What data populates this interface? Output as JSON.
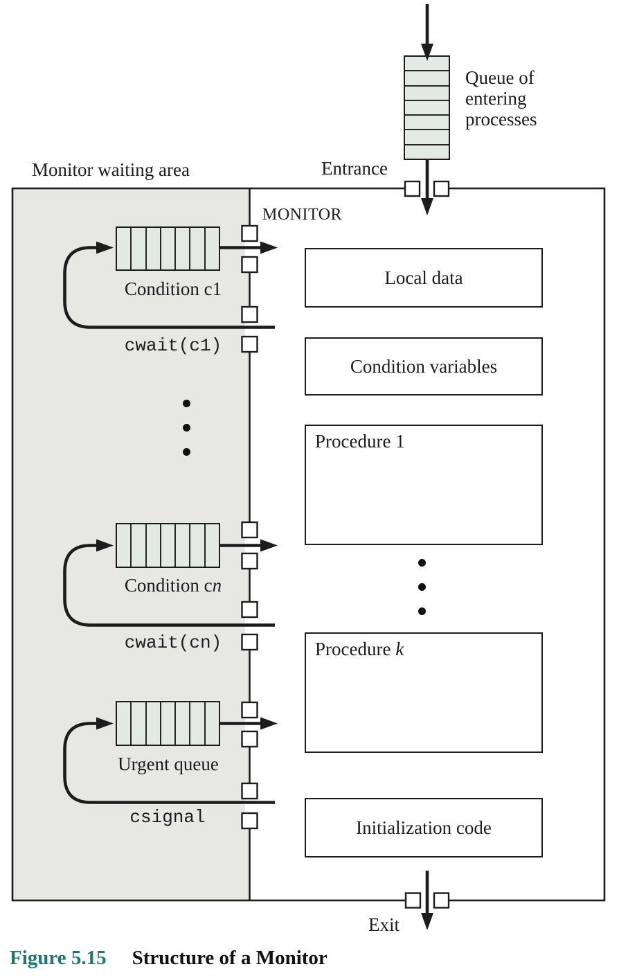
{
  "colors": {
    "line": "#1c1c1c",
    "queue_fill": "#e3eae5",
    "waiting_area_fill": "#e7e7e4",
    "figure_number_color": "#1a7a6e"
  },
  "top": {
    "entering_queue_label": "Queue of\nentering\nprocesses",
    "entrance_label": "Entrance"
  },
  "waiting_area": {
    "title": "Monitor waiting area",
    "condition_c1": {
      "label": "Condition c1",
      "call_label": "cwait(c1)"
    },
    "condition_cn": {
      "label_prefix": "Condition c",
      "label_var": "n",
      "call_label": "cwait(cn)"
    },
    "urgent_queue": {
      "label": "Urgent queue",
      "call_label": "csignal"
    }
  },
  "monitor": {
    "title": "MONITOR",
    "local_data_label": "Local data",
    "condition_variables_label": "Condition variables",
    "procedure_1_label": "Procedure 1",
    "procedure_k_prefix": "Procedure ",
    "procedure_k_var": "k",
    "initialization_label": "Initialization code",
    "exit_label": "Exit"
  },
  "queue_structure": {
    "entering_cells": 7,
    "condition_c1_cells": 7,
    "condition_cn_cells": 7,
    "urgent_cells": 7
  },
  "caption": {
    "figure_number": "Figure 5.15",
    "title": "Structure of a Monitor"
  }
}
